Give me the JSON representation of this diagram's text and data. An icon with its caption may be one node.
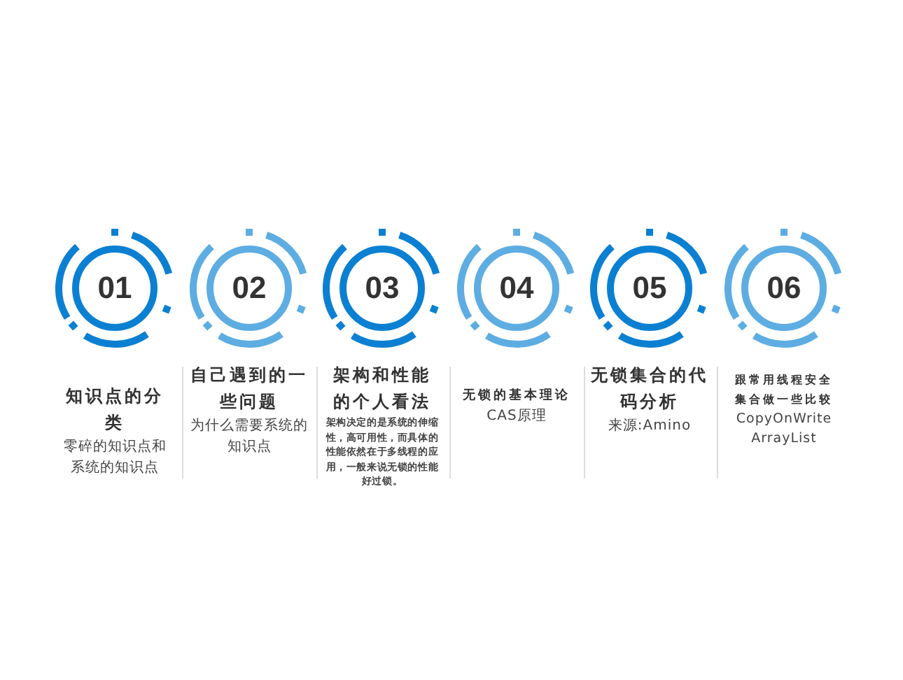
{
  "diagram": {
    "nodes": [
      {
        "text": [
          "01"
        ]
      },
      {
        "text": [
          "知识点的分类",
          "零碎的知识点和系统的知识点"
        ]
      },
      {
        "text": [
          "02"
        ]
      },
      {
        "text": [
          "自己遇到的一些问题",
          "为什么需要系统的知识点"
        ]
      },
      {
        "text": [
          "03"
        ]
      },
      {
        "text": [
          "架构和性能的个人看法",
          "架构决定的是系统的伸缩性，高可用性，而具体的性能依然在于多线程的应用，一般来说无锁的性能好过锁。"
        ]
      },
      {
        "text": [
          "04"
        ]
      },
      {
        "text": [
          "无锁的基本理论",
          "CAS原理"
        ]
      },
      {
        "text": [
          "05"
        ]
      },
      {
        "text": [
          "无锁集合的代码分析",
          "来源:Amino"
        ]
      },
      {
        "text": [
          "06"
        ]
      },
      {
        "text": [
          "跟常用线程安全集合做一些比较",
          "CopyOnWriteArrayList"
        ]
      }
    ]
  }
}
